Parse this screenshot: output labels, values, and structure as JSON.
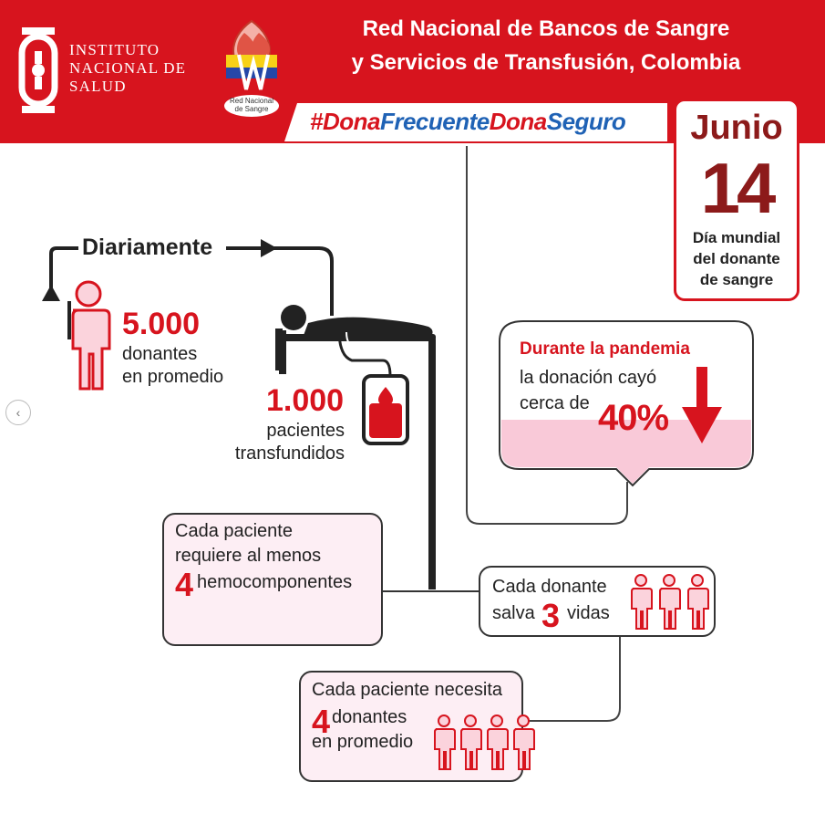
{
  "header": {
    "institute_lines": [
      "INSTITUTO",
      "NACIONAL DE",
      "SALUD"
    ],
    "logo_label_lines": [
      "Red Nacional",
      "de Sangre"
    ],
    "title_lines": [
      "Red Nacional de Bancos de Sangre",
      "y Servicios de Transfusión, Colombia"
    ],
    "hashtag": {
      "part1": "#Dona",
      "part2": "Frecuente",
      "part3": "Dona",
      "part4": "Seguro"
    },
    "colors": {
      "brand_red": "#d7141e",
      "hashtag_blue": "#1f62b5",
      "dark_red": "#8c1a1a"
    }
  },
  "date_card": {
    "month": "Junio",
    "day": "14",
    "caption_lines": [
      "Día mundial",
      "del donante",
      "de sangre"
    ]
  },
  "daily": {
    "label": "Diariamente",
    "donors_number": "5.000",
    "donors_lines": [
      "donantes",
      "en promedio"
    ],
    "patients_number": "1.000",
    "patients_lines": [
      "pacientes",
      "transfundidos"
    ]
  },
  "pandemic": {
    "title": "Durante la pandemia",
    "line1": "la donación cayó",
    "line2": "cerca de",
    "percent": "40%"
  },
  "components_box": {
    "line1": "Cada paciente",
    "line2": "requiere al menos",
    "number": "4",
    "word": "hemocomponentes"
  },
  "donor_saves_box": {
    "line1": "Cada donante",
    "prefix": "salva",
    "number": "3",
    "suffix": "vidas"
  },
  "patient_needs_box": {
    "line1": "Cada paciente necesita",
    "number": "4",
    "word": "donantes",
    "line3": "en promedio"
  }
}
